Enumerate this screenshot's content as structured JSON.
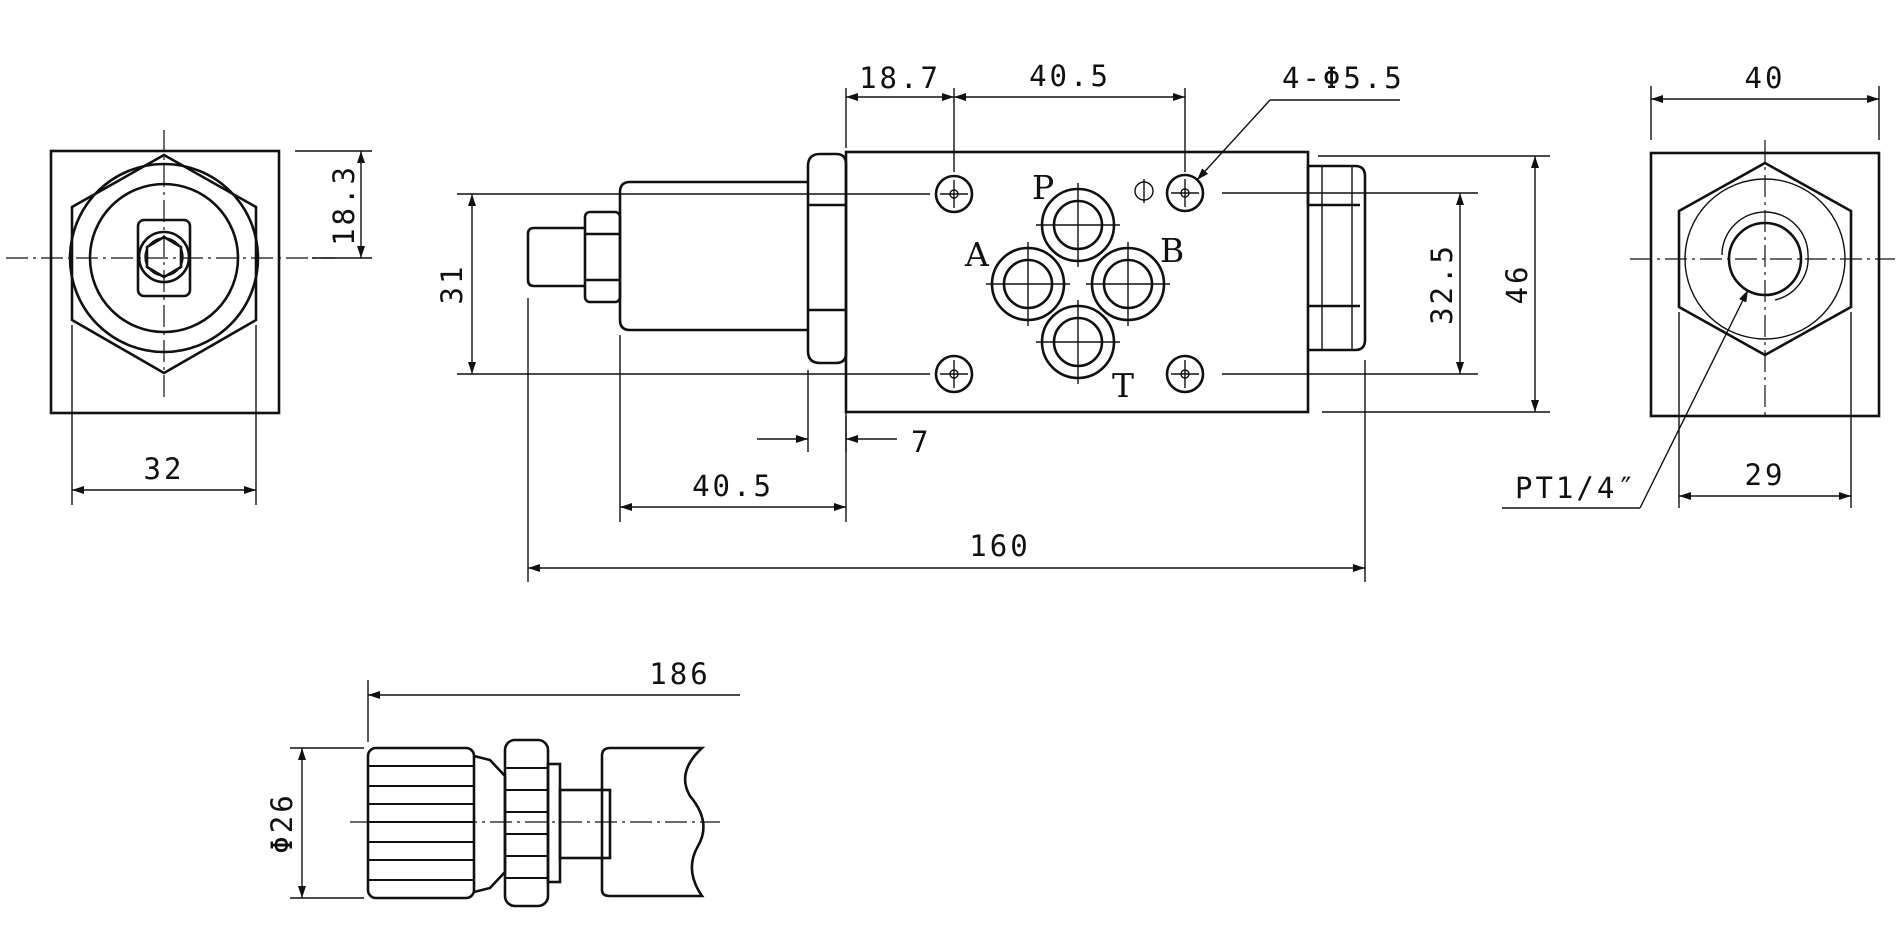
{
  "dims": {
    "d_18_3": "18.3",
    "d_32": "32",
    "d_18_7": "18.7",
    "d_40_5_top": "40.5",
    "d_holes": "4-Φ5.5",
    "d_31": "31",
    "d_32_5": "32.5",
    "d_46": "46",
    "d_7": "7",
    "d_40_5_bottom": "40.5",
    "d_160": "160",
    "d_40": "40",
    "d_29": "29",
    "d_pt": "PT1/4″",
    "d_186": "186",
    "d_phi26": "Φ26"
  },
  "ports": {
    "p": "P",
    "a": "A",
    "b": "B",
    "t": "T"
  }
}
